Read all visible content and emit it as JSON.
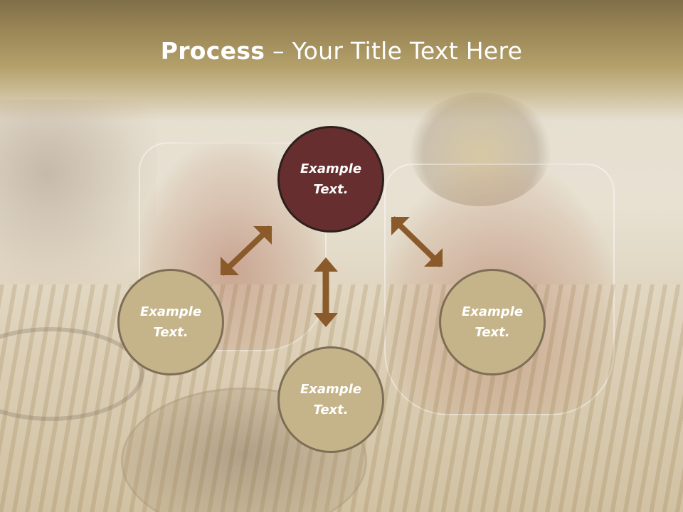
{
  "slide": {
    "title_bold": "Process",
    "title_rest": " – Your Title Text Here"
  },
  "colors": {
    "title_band": "#9a8656",
    "circle_fill": "#c5b48a",
    "circle_border": "#7d6e55",
    "circle_active_fill": "#662e2e",
    "circle_active_border": "#2e1f1c",
    "arrow": "#8b5a2b"
  },
  "nodes": {
    "top": {
      "label": "Example\nText."
    },
    "left": {
      "label": "Example\nText."
    },
    "right": {
      "label": "Example\nText."
    },
    "bottom": {
      "label": "Example\nText."
    }
  }
}
